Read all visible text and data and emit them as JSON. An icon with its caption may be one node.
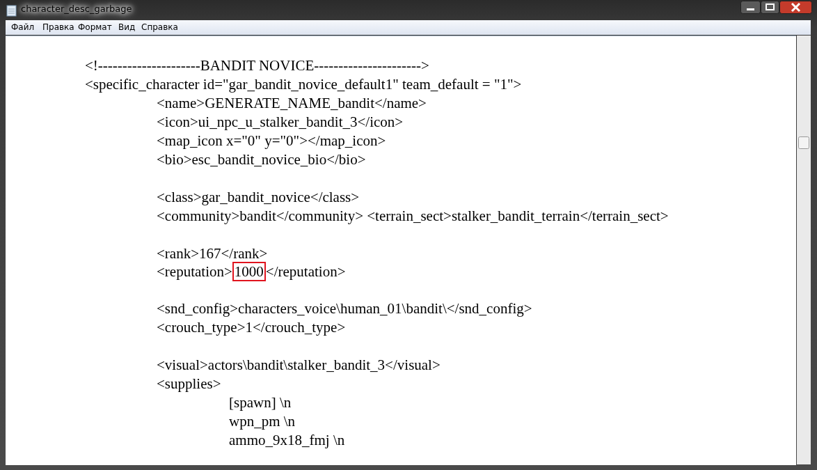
{
  "diagram": {
    "title": "character_desc_garbage",
    "nodes": [
      {
        "text": [
          "1000"
        ]
      }
    ],
    "edges": [],
    "labels": [
      "Файл",
      "Правка",
      "Формат",
      "Вид",
      "Справка",
      "<!---------------------BANDIT NOVICE---------------------->",
      "<specific_character id=\"gar_bandit_novice_default1\" team_default = \"1\">",
      "<name>GENERATE_NAME_bandit</name>",
      "<icon>ui_npc_u_stalker_bandit_3</icon>",
      "<map_icon x=\"0\" y=\"0\"></map_icon>",
      "<bio>esc_bandit_novice_bio</bio>",
      "<class>gar_bandit_novice</class>",
      "<community>bandit</community> <terrain_sect>stalker_bandit_terrain</terrain_sect>",
      "<rank>167</rank>",
      "<reputation>",
      "</reputation>",
      "<snd_config>characters_voice\\human_01\\bandit\\</snd_config>",
      "<crouch_type>1</crouch_type>",
      "<visual>actors\\bandit\\stalker_bandit_3</visual>",
      "<supplies>",
      "[spawn] \\n",
      "wpn_pm \\n",
      "ammo_9x18_fmj \\n"
    ]
  }
}
